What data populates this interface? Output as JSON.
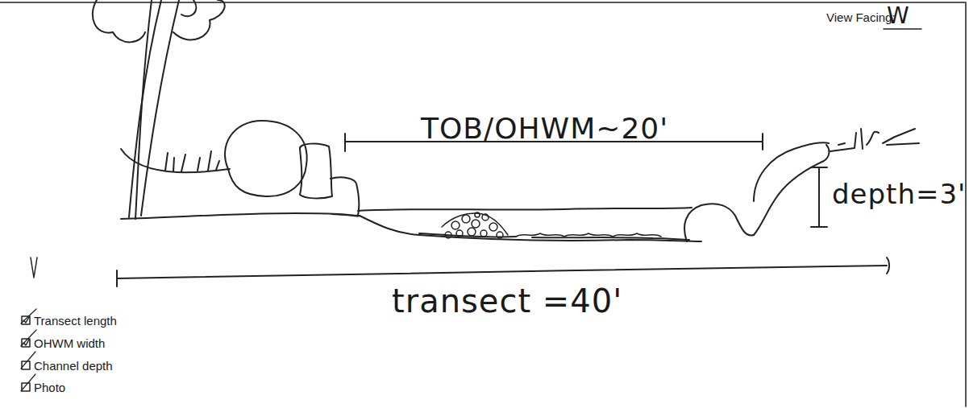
{
  "diagram": {
    "labels": [
      "View Facing:",
      "W",
      "TOB/OHWM~20'",
      "depth=3'",
      "transect =40'",
      "Transect length",
      "OHWM width",
      "Channel depth",
      "Photo"
    ]
  }
}
